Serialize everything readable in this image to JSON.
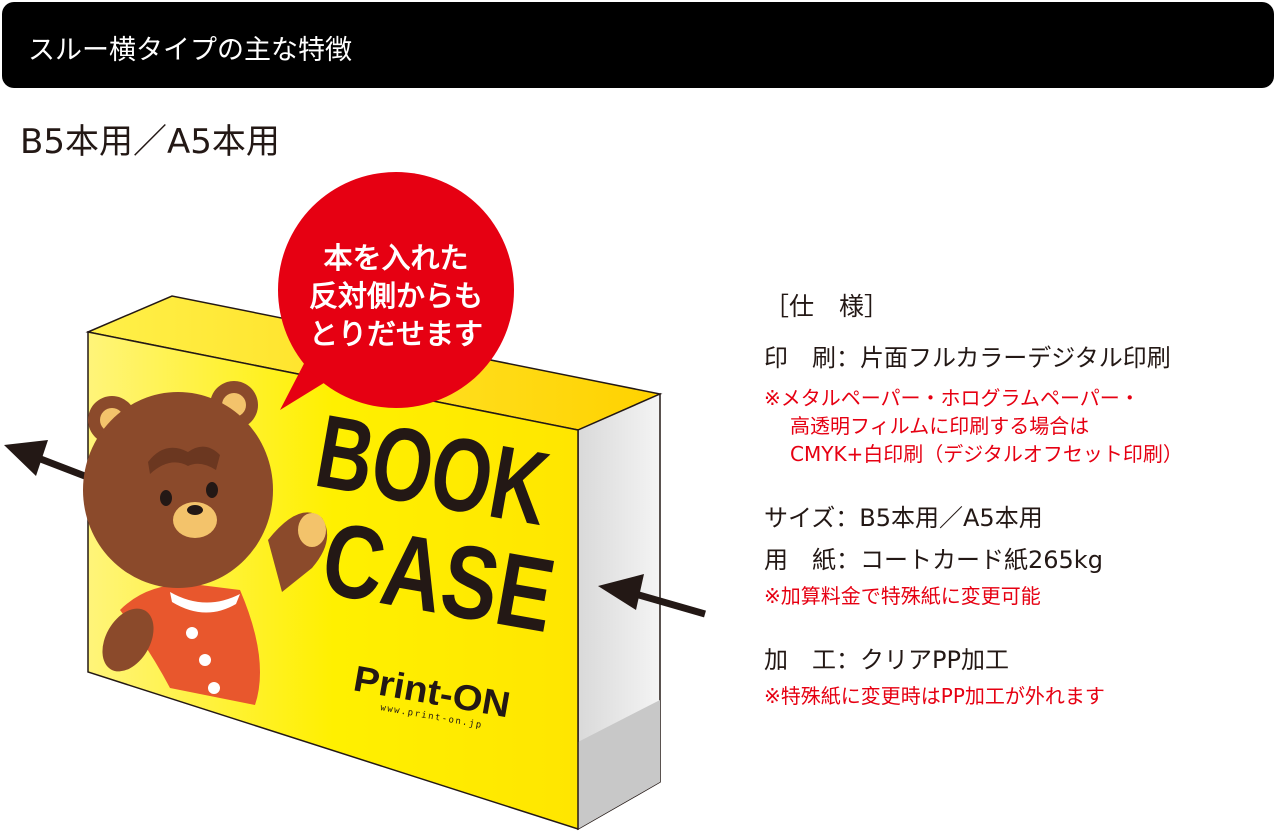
{
  "header": {
    "title": "スルー横タイプの主な特徴"
  },
  "subtitle": "B5本用／A5本用",
  "bubble": {
    "lines": [
      "本を入れた",
      "反対側からも",
      "とりだせます"
    ]
  },
  "book": {
    "title_line1": "BOOK",
    "title_line2": "CASE",
    "brand": "Print-ON",
    "url": "www.print-on.jp"
  },
  "specs": {
    "heading": "［仕　様］",
    "print": "印　刷：片面フルカラーデジタル印刷",
    "print_note": [
      "※メタルペーパー・ホログラムペーパー・",
      "高透明フィルムに印刷する場合は",
      "CMYK+白印刷（デジタルオフセット印刷）"
    ],
    "size": "サイズ：B5本用／A5本用",
    "paper": "用　紙：コートカード紙265kg",
    "paper_note": "※加算料金で特殊紙に変更可能",
    "finish": "加　工：クリアPP加工",
    "finish_note": "※特殊紙に変更時はPP加工が外れます"
  },
  "colors": {
    "header_bg": "#000000",
    "accent_red": "#e60012",
    "case_yellow": "#ffe500",
    "bear_brown": "#8b4a2b",
    "dress_orange": "#e8572d"
  }
}
